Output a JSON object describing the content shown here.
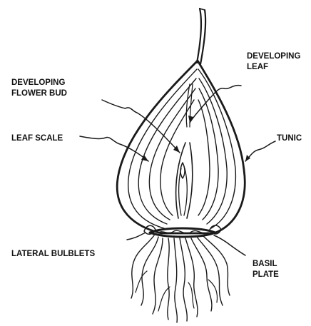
{
  "labels": {
    "developing_flower_bud": [
      "DEVELOPING",
      "FLOWER BUD"
    ],
    "developing_leaf": [
      "DEVELOPING",
      "LEAF"
    ],
    "leaf_scale": "LEAF SCALE",
    "tunic": "TUNIC",
    "lateral_bulblets": "LATERAL BULBLETS",
    "basil_plate": [
      "BASIL",
      "PLATE"
    ]
  },
  "colors": {
    "ink": "#1a1a1a",
    "background": "#ffffff"
  }
}
